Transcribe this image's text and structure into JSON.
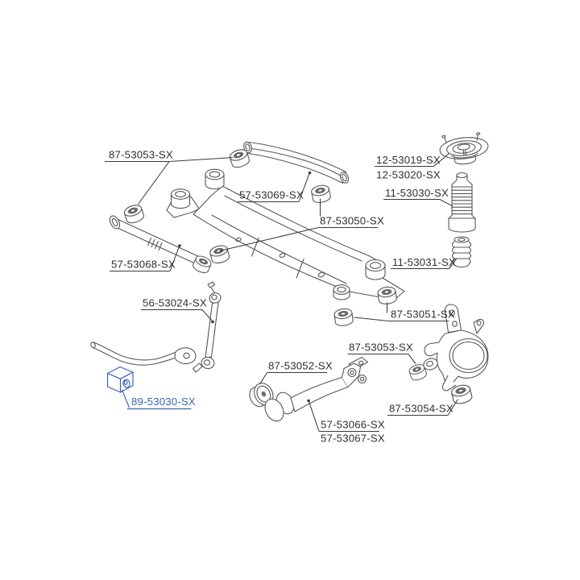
{
  "diagram_type": "exploded-parts-line-drawing-rear-suspension",
  "colors": {
    "background": "#ffffff",
    "drawing_line": "#575757",
    "label_text": "#2f2f2f",
    "highlight_link": "#3a63b8"
  },
  "labels": [
    {
      "text": "87-53053-SX",
      "highlighted": false
    },
    {
      "text": "57-53069-SX",
      "highlighted": false
    },
    {
      "text": "12-53019-SX",
      "highlighted": false
    },
    {
      "text": "12-53020-SX",
      "highlighted": false
    },
    {
      "text": "11-53030-SX",
      "highlighted": false
    },
    {
      "text": "87-53050-SX",
      "highlighted": false
    },
    {
      "text": "11-53031-SX",
      "highlighted": false
    },
    {
      "text": "57-53068-SX",
      "highlighted": false
    },
    {
      "text": "87-53051-SX",
      "highlighted": false
    },
    {
      "text": "56-53024-SX",
      "highlighted": false
    },
    {
      "text": "87-53053-SX",
      "highlighted": false
    },
    {
      "text": "87-53052-SX",
      "highlighted": false
    },
    {
      "text": "89-53030-SX",
      "highlighted": true
    },
    {
      "text": "87-53054-SX",
      "highlighted": false
    },
    {
      "text": "57-53066-SX",
      "highlighted": false
    },
    {
      "text": "57-53067-SX",
      "highlighted": false
    }
  ]
}
